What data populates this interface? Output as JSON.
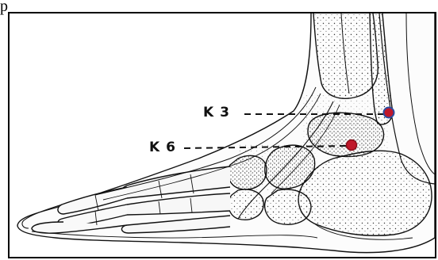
{
  "top_text": "p",
  "points": [
    {
      "id": "k3",
      "label": "K 3",
      "color": "#c0182a",
      "outline": "#2b4da0"
    },
    {
      "id": "k6",
      "label": "K 6",
      "color": "#c0182a",
      "outline": "#8a0d18"
    }
  ]
}
